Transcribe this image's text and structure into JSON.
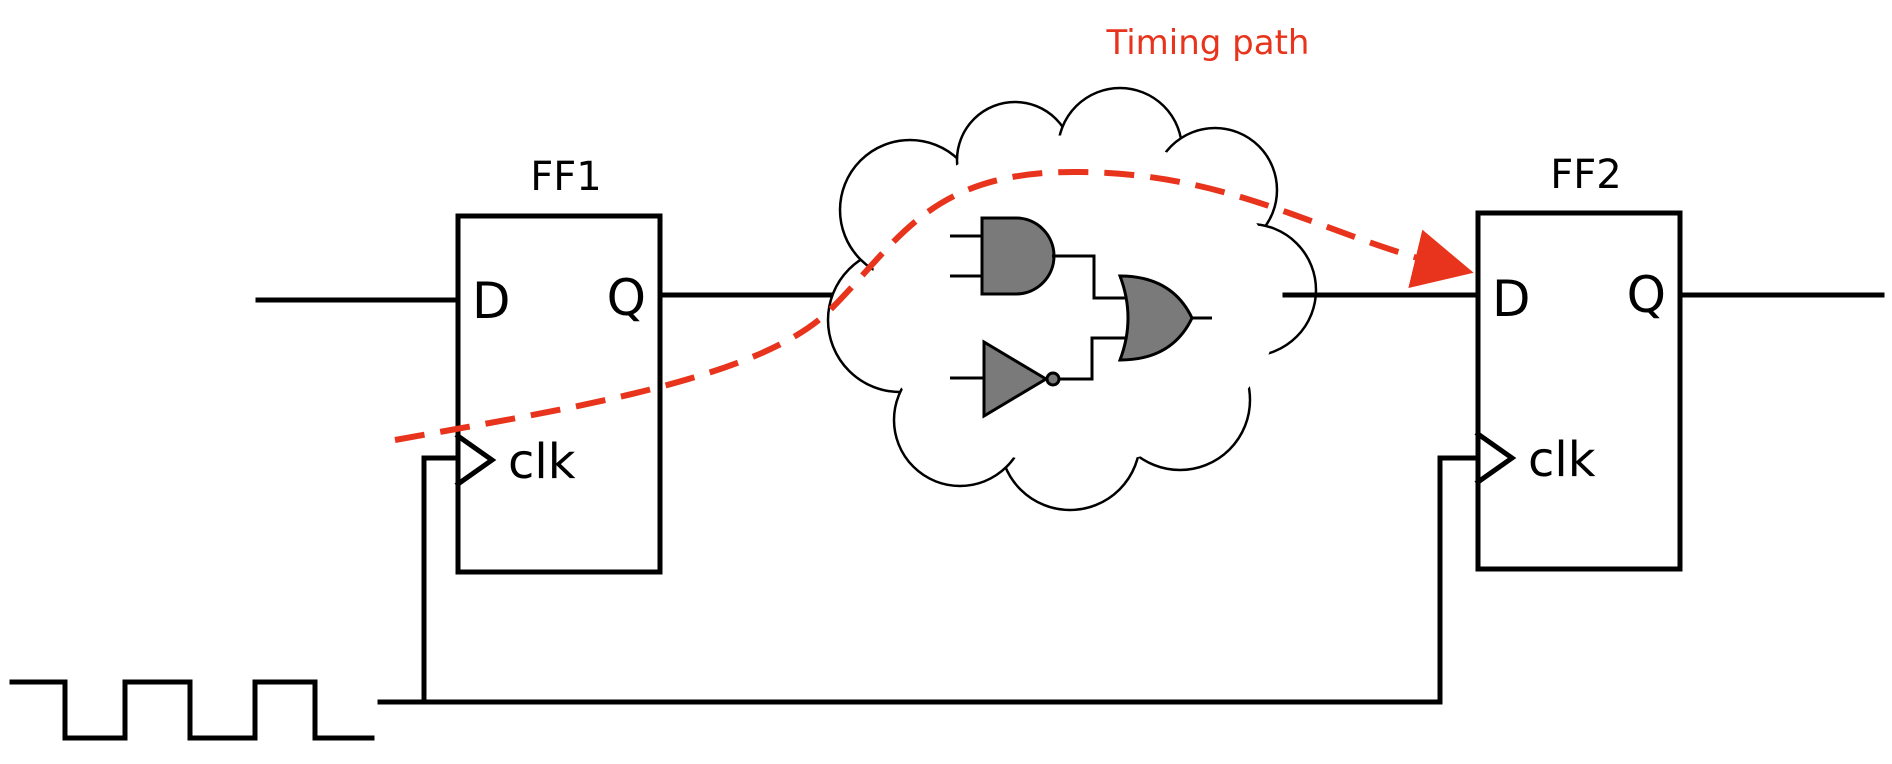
{
  "annotation": {
    "label": "Timing path",
    "color": "#e8341c"
  },
  "flipflops": [
    {
      "name": "FF1",
      "d_label": "D",
      "q_label": "Q",
      "clk_label": "clk"
    },
    {
      "name": "FF2",
      "d_label": "D",
      "q_label": "Q",
      "clk_label": "clk"
    }
  ],
  "logic_cloud": {
    "gates": [
      "and-gate",
      "not-gate",
      "or-gate"
    ],
    "gate_color": "#7a7a7a"
  },
  "clock": {
    "waveform": "square-wave"
  }
}
